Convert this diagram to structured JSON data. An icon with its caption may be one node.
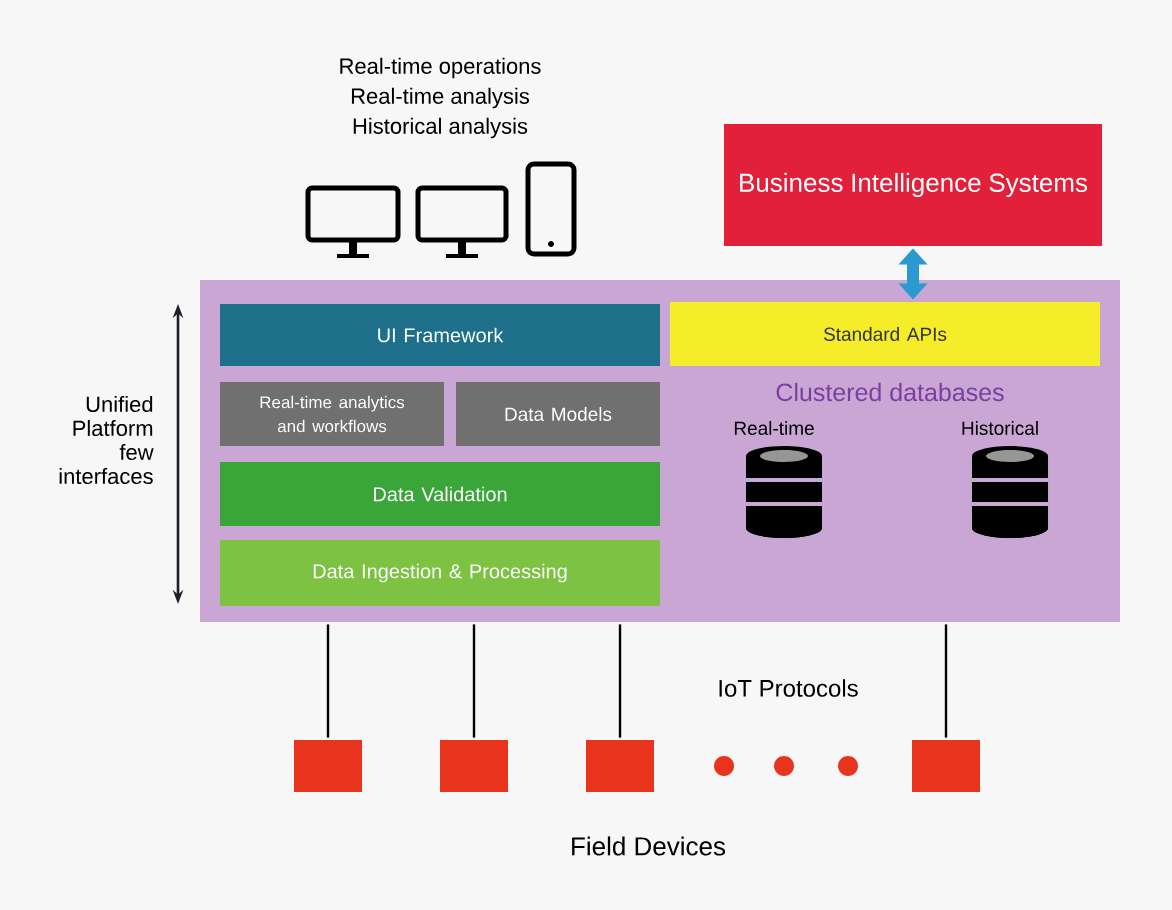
{
  "diagram": {
    "nodes": [
      {
        "text": [],
        "shape": "box"
      },
      {
        "text": [
          "UI Framework"
        ],
        "in": 0
      },
      {
        "text": [
          "Real-time analytics and workflows"
        ],
        "in": 0
      },
      {
        "text": [
          "Data Models"
        ],
        "in": 0
      },
      {
        "text": [
          "Data Validation"
        ],
        "in": 0
      },
      {
        "text": [
          "Data Ingestion & Processing"
        ],
        "in": 0
      },
      {
        "text": [
          "Standard APIs"
        ],
        "in": 0
      },
      {
        "text": [
          "Business Intelligence Systems"
        ]
      },
      {
        "text": [],
        "shape": "box"
      },
      {
        "text": [],
        "shape": "box"
      },
      {
        "text": [],
        "shape": "box"
      },
      {
        "text": [],
        "shape": "box"
      }
    ],
    "edges": [
      {
        "from": 7,
        "to": 6,
        "arrow": "both",
        "style": "thick",
        "color": "#2b9ad0"
      },
      {
        "from": 0,
        "to": 8,
        "arrow": "none"
      },
      {
        "from": 0,
        "to": 9,
        "arrow": "none"
      },
      {
        "from": 0,
        "to": 10,
        "arrow": "none"
      },
      {
        "from": 0,
        "to": 11,
        "arrow": "none"
      }
    ],
    "labels": [
      "Real-time operations",
      "Real-time analysis",
      "Historical analysis",
      "Unified Platform few interfaces",
      "Clustered databases",
      "Real-time",
      "Historical",
      "IoT Protocols",
      "Field Devices"
    ]
  }
}
